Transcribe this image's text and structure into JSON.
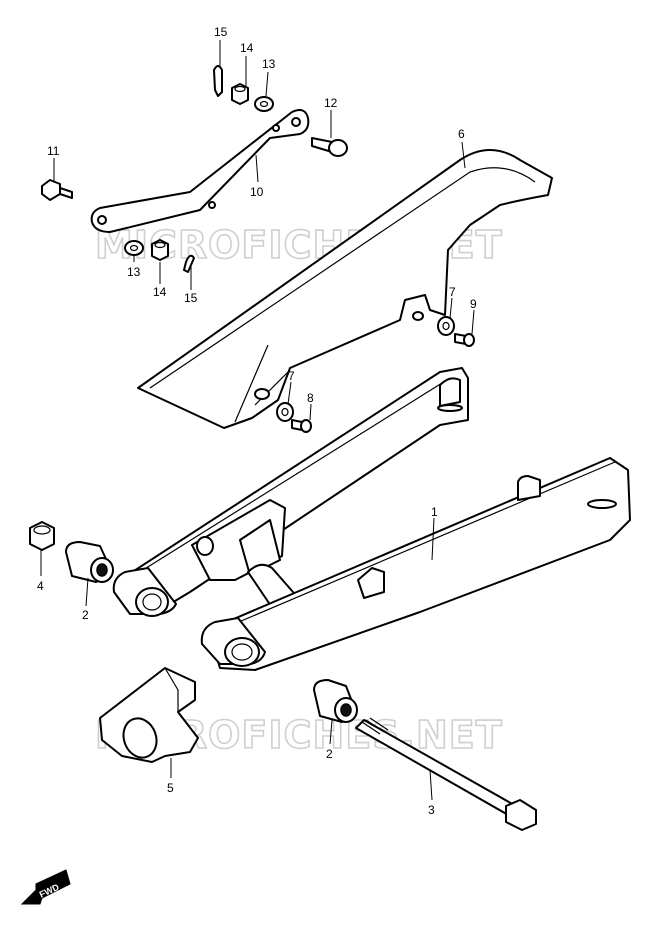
{
  "watermark": {
    "text": "MICROFICHES.NET",
    "color": "#cfcfcf"
  },
  "callouts": [
    {
      "id": "c15a",
      "label": "15"
    },
    {
      "id": "c14a",
      "label": "14"
    },
    {
      "id": "c13a",
      "label": "13"
    },
    {
      "id": "c12",
      "label": "12"
    },
    {
      "id": "c11",
      "label": "11"
    },
    {
      "id": "c10",
      "label": "10"
    },
    {
      "id": "c6",
      "label": "6"
    },
    {
      "id": "c13b",
      "label": "13"
    },
    {
      "id": "c14b",
      "label": "14"
    },
    {
      "id": "c15b",
      "label": "15"
    },
    {
      "id": "c7a",
      "label": "7"
    },
    {
      "id": "c9",
      "label": "9"
    },
    {
      "id": "c7b",
      "label": "7"
    },
    {
      "id": "c8",
      "label": "8"
    },
    {
      "id": "c1",
      "label": "1"
    },
    {
      "id": "c4",
      "label": "4"
    },
    {
      "id": "c2a",
      "label": "2"
    },
    {
      "id": "c5",
      "label": "5"
    },
    {
      "id": "c2b",
      "label": "2"
    },
    {
      "id": "c3",
      "label": "3"
    }
  ],
  "fwd_label": "FWD",
  "icons": [
    "fwd-arrow-icon"
  ]
}
